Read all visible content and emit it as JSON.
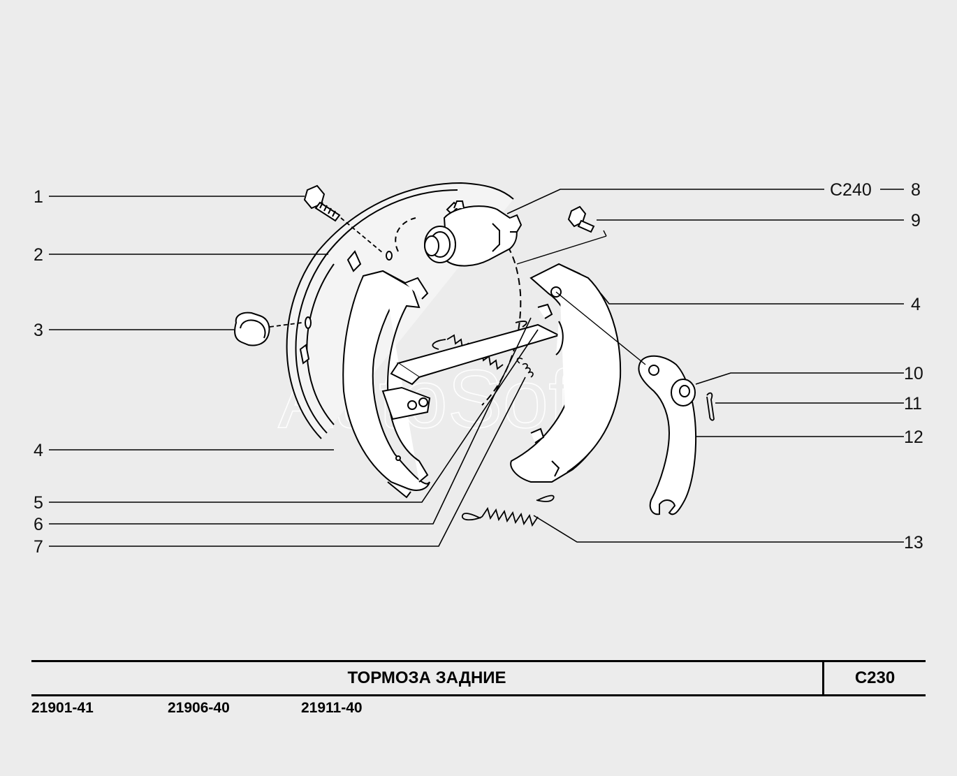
{
  "callouts": {
    "c1": "1",
    "c2": "2",
    "c3": "3",
    "c4a": "4",
    "c5": "5",
    "c6": "6",
    "c7": "7",
    "ref8": "C240",
    "c8": "8",
    "c9": "9",
    "c4b": "4",
    "c10": "10",
    "c11": "11",
    "c12": "12",
    "c13": "13"
  },
  "watermark": "AutoSoft",
  "footer": {
    "title": "ТОРМОЗА  ЗАДНИЕ",
    "code": "C230"
  },
  "models": [
    "21901-41",
    "21906-40",
    "21911-40"
  ],
  "colors": {
    "background": "#ececec",
    "line": "#000000"
  }
}
